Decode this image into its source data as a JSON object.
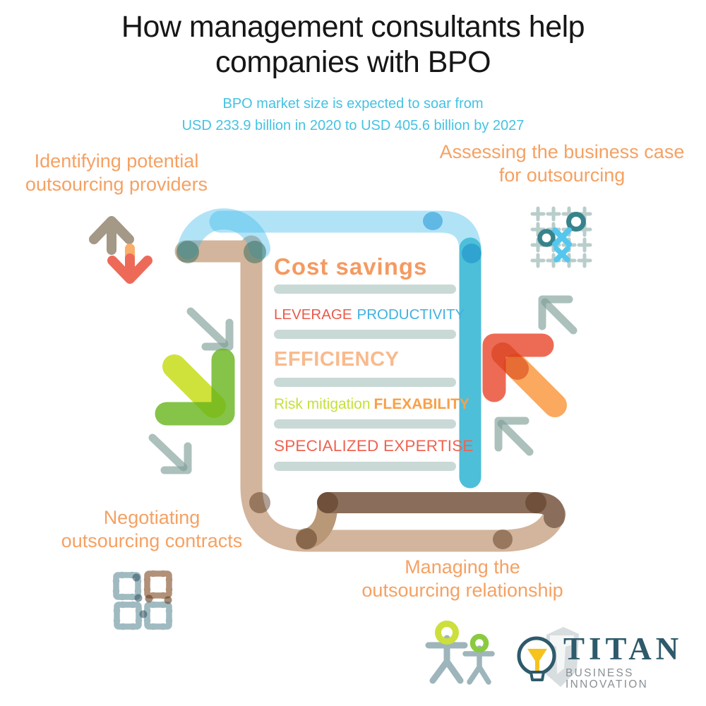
{
  "title": {
    "line1": "How management consultants help",
    "line2": "companies with BPO"
  },
  "subtitle": {
    "line1": "BPO market size is expected to soar from",
    "line2": "USD 233.9 billion in 2020 to USD 405.6 billion by 2027"
  },
  "sections": {
    "identify": {
      "line1": "Identifying potential",
      "line2": "outsourcing providers"
    },
    "assess": {
      "line1": "Assessing the business case",
      "line2": "for outsourcing"
    },
    "negotiate": {
      "line1": "Negotiating",
      "line2": "outsourcing contracts"
    },
    "manage": {
      "line1": "Managing the",
      "line2": "outsourcing relationship"
    }
  },
  "scroll": {
    "heading": "Cost savings",
    "row1_left": "LEVERAGE",
    "row1_right": "PRODUCTIVITY",
    "row2": "EFFICIENCY",
    "row3_left": "Risk mitigation",
    "row3_right": "FLEXABILITY",
    "row4": "SPECIALIZED EXPERTISE"
  },
  "logo": {
    "brand": "TITAN",
    "tagline": "BUSINESS INNOVATION"
  },
  "icons": {
    "up_down_arrows": "up-down-arrows-icon",
    "strategy_grid": "tic-tac-toe-grid-icon",
    "green_arrow": "green-down-right-arrow-icon",
    "orange_arrow": "orange-up-left-arrow-icon",
    "small_teal_arrows": "small-teal-arrow-icon",
    "puzzle": "puzzle-pieces-icon",
    "people": "people-icon",
    "scroll_document": "scroll-document-shape",
    "lightbulb_shield": "lightbulb-shield-logo-icon"
  },
  "colors": {
    "title_text": "#161616",
    "subtitle_cyan": "#45C2E2",
    "section_orange": "#F5A163",
    "heading_orange": "#F49A62",
    "leverage_red": "#E85A4C",
    "productivity_blue": "#41B1DE",
    "efficiency_peach": "#F9BA8C",
    "risk_green": "#C5E03C",
    "flexability_orange": "#F7A04A",
    "expertise_coral": "#EE6352",
    "separator_bar": "#C9D9D6",
    "scroll_tan": "#D2B59C",
    "scroll_brown": "#8A6E5B",
    "scroll_blue_light": "#A9E2F8",
    "scroll_teal": "#4DBFD9",
    "green_arrow_light": "#CFE23B",
    "green_arrow_dark": "#7DBD35",
    "orange_arrow_shaft": "#FAA95F",
    "orange_arrow_head": "#ED6B55",
    "taupe_arrow": "#A49886",
    "coral_arrow": "#ED6A59",
    "grid_plus": "#B9CDCA",
    "grid_o_teal": "#37838C",
    "grid_x_blue": "#55C7EE",
    "puzzle_gray": "#9FBAC0",
    "puzzle_tan": "#B29179",
    "people_body": "#9DB5BB",
    "people_head_big": "#CCDF3D",
    "people_head_small": "#8BCA3F",
    "logo_navy": "#2E5A6B",
    "logo_gray": "#8A9094",
    "logo_yellow": "#F6C31D",
    "logo_shield": "#D8DDDF"
  }
}
